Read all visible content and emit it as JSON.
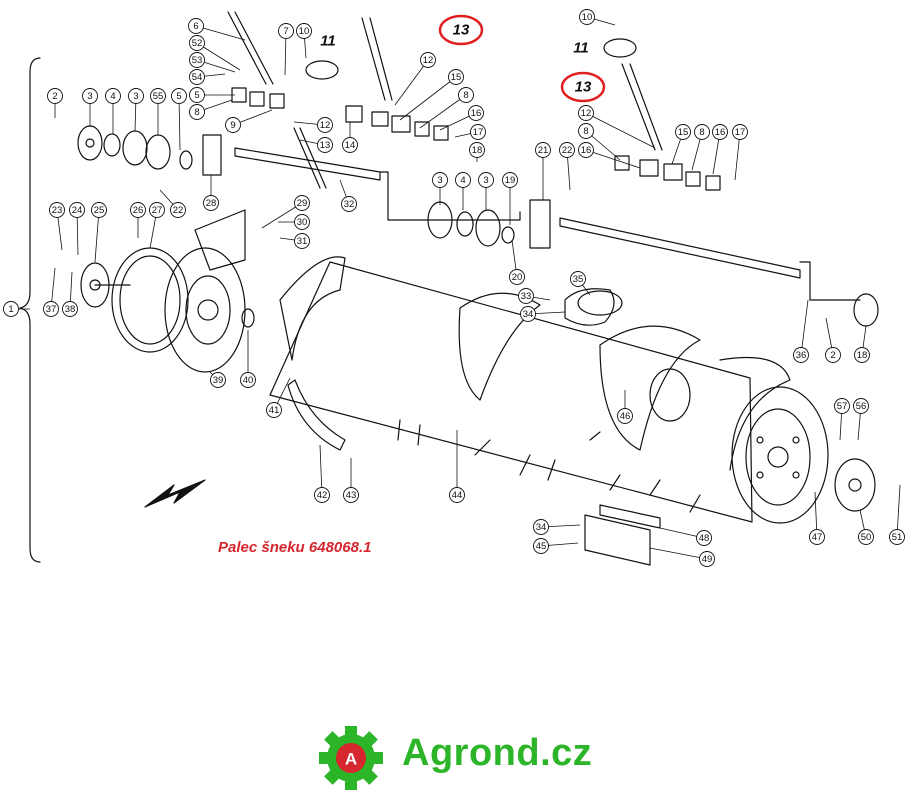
{
  "diagram": {
    "caption": "Palec šneku 648068.1",
    "brand_text": "Agrond.cz",
    "logo_letter": "A",
    "colors": {
      "caption": "#d6262e",
      "brand": "#2db52a",
      "highlight_ring": "#e02020",
      "line": "#111111"
    },
    "callouts": [
      {
        "id": "c6",
        "label": "6"
      },
      {
        "id": "c52",
        "label": "52"
      },
      {
        "id": "c53",
        "label": "53"
      },
      {
        "id": "c54",
        "label": "54"
      },
      {
        "id": "c7",
        "label": "7"
      },
      {
        "id": "c10a",
        "label": "10"
      },
      {
        "id": "c2a",
        "label": "2"
      },
      {
        "id": "c3a",
        "label": "3"
      },
      {
        "id": "c4a",
        "label": "4"
      },
      {
        "id": "c3b",
        "label": "3"
      },
      {
        "id": "c55",
        "label": "55"
      },
      {
        "id": "c5a",
        "label": "5"
      },
      {
        "id": "c5b",
        "label": "5"
      },
      {
        "id": "c8a",
        "label": "8"
      },
      {
        "id": "c9",
        "label": "9"
      },
      {
        "id": "c12a",
        "label": "12"
      },
      {
        "id": "c13a",
        "label": "13"
      },
      {
        "id": "c14",
        "label": "14"
      },
      {
        "id": "c12b",
        "label": "12"
      },
      {
        "id": "c15a",
        "label": "15"
      },
      {
        "id": "c8b",
        "label": "8"
      },
      {
        "id": "c16a",
        "label": "16"
      },
      {
        "id": "c17a",
        "label": "17"
      },
      {
        "id": "c18a",
        "label": "18"
      },
      {
        "id": "c3c",
        "label": "3"
      },
      {
        "id": "c4b",
        "label": "4"
      },
      {
        "id": "c3d",
        "label": "3"
      },
      {
        "id": "c19",
        "label": "19"
      },
      {
        "id": "c20",
        "label": "20"
      },
      {
        "id": "c10b",
        "label": "10"
      },
      {
        "id": "c12c",
        "label": "12"
      },
      {
        "id": "c8c",
        "label": "8"
      },
      {
        "id": "c16b",
        "label": "16"
      },
      {
        "id": "c15b",
        "label": "15"
      },
      {
        "id": "c8d",
        "label": "8"
      },
      {
        "id": "c16c",
        "label": "16"
      },
      {
        "id": "c17b",
        "label": "17"
      },
      {
        "id": "c21",
        "label": "21"
      },
      {
        "id": "c22a",
        "label": "22"
      },
      {
        "id": "c22b",
        "label": "22"
      },
      {
        "id": "c28",
        "label": "28"
      },
      {
        "id": "c32",
        "label": "32"
      },
      {
        "id": "c29",
        "label": "29"
      },
      {
        "id": "c30",
        "label": "30"
      },
      {
        "id": "c31",
        "label": "31"
      },
      {
        "id": "c23",
        "label": "23"
      },
      {
        "id": "c24",
        "label": "24"
      },
      {
        "id": "c25",
        "label": "25"
      },
      {
        "id": "c26",
        "label": "26"
      },
      {
        "id": "c27",
        "label": "27"
      },
      {
        "id": "c37",
        "label": "37"
      },
      {
        "id": "c38",
        "label": "38"
      },
      {
        "id": "c1",
        "label": "1"
      },
      {
        "id": "c39",
        "label": "39"
      },
      {
        "id": "c40",
        "label": "40"
      },
      {
        "id": "c41",
        "label": "41"
      },
      {
        "id": "c42",
        "label": "42"
      },
      {
        "id": "c43",
        "label": "43"
      },
      {
        "id": "c44",
        "label": "44"
      },
      {
        "id": "c33",
        "label": "33"
      },
      {
        "id": "c34a",
        "label": "34"
      },
      {
        "id": "c35",
        "label": "35"
      },
      {
        "id": "c46",
        "label": "46"
      },
      {
        "id": "c36",
        "label": "36"
      },
      {
        "id": "c2b",
        "label": "2"
      },
      {
        "id": "c18b",
        "label": "18"
      },
      {
        "id": "c57",
        "label": "57"
      },
      {
        "id": "c56",
        "label": "56"
      },
      {
        "id": "c47",
        "label": "47"
      },
      {
        "id": "c50",
        "label": "50"
      },
      {
        "id": "c51",
        "label": "51"
      },
      {
        "id": "c34b",
        "label": "34"
      },
      {
        "id": "c45",
        "label": "45"
      },
      {
        "id": "c48",
        "label": "48"
      },
      {
        "id": "c49",
        "label": "49"
      }
    ],
    "part_labels": [
      {
        "id": "p11a",
        "label": "11"
      },
      {
        "id": "p11b",
        "label": "11"
      }
    ],
    "highlighted_labels": [
      {
        "id": "h13a",
        "label": "13"
      },
      {
        "id": "h13b",
        "label": "13"
      }
    ]
  }
}
